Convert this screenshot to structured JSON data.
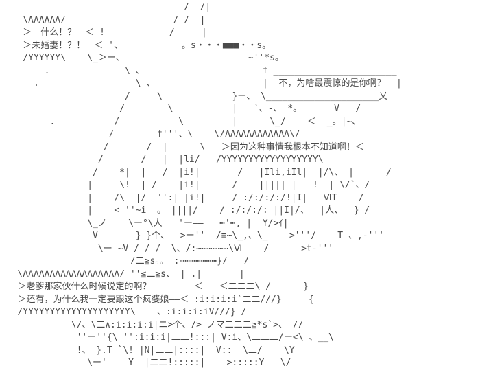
{
  "scene": {
    "description": "ascii-art-comic-panel",
    "background_color": "#ffffff",
    "text_color": "#4a4a4a"
  },
  "dialogue": {
    "bubble_top_left": {
      "line1": "＞　什么！？　＜",
      "line2": "＞未婚妻！？！　＜"
    },
    "bubble_right": {
      "line1": "不，为啥最震惊的是你啊？"
    },
    "bubble_middle": {
      "line1": "＞因为这种事情我根本不知道啊！＜"
    },
    "bubble_bottom_left": {
      "line1": "＞老爹那家伙什么时候说定的啊？　＜",
      "line2": "＞还有，为什么我一定要跟这个疯婆娘——＜"
    }
  },
  "art": {
    "lines": [
      "                                  /  /|",
      "    \\ΛΛΛΛΛΛ/                    / /  |",
      "    ＞　什么！？　＜ !            /     |",
      "    ＞未婚妻！？！　＜ '、           。s・・・■■■・・s。",
      "    /YYYYYY\\    \\_＞ー、                       ~''*s。",
      "        .              \\ 、                      f _______________________",
      "      .                  \\ 、                    |  不，为啥最震惊的是你啊？  |",
      "                       /     \\             }ー、 \\_____________________乂",
      "                      /        \\           |   `、-、 *。      V   /",
      "         .           /           \\         |      \\_/    ＜  _。|~、",
      "                    /        f'''、\\    \\/ΛΛΛΛΛΛΛΛΛΛΛΛ\\/",
      "                   /       /  |      \\   ＞因为这种事情我根本不知道啊！＜",
      "                  /       /   |  |li/   /YYYYYYYYYYYYYYYYYY\\",
      "                 /    *|  |   /  |i!|       /   |Ili,iIl|  |/\\、 |      /",
      "                |     \\!  | /    |i!|      /    ||||| |   !  | \\/`、/",
      "                |    /\\  |/  '':| |i!|     / :/:/:/:/!|I|   ⅥT    /",
      "                |    < ''~i  。 ||||/    / :/:/:/: ||I|/、  |人、  } /",
      "                \\_ノ    \\ー°\\人   'ー――   ⋯'⋯, |  Y/>ｲ|",
      "                 V       } }个、  >ー''  /≡⋯\\_,、\\_    >'''/    T 、,-'''",
      "                  \\ー ~V / / /  \\、/:⋯⋯⋯⋯⋯⋯\\Ⅵ    /      >t-'''",
      "                        /二≧s。。 :⋯⋯⋯⋯⋯⋯⋯}/   /",
      "   \\ΛΛΛΛΛΛΛΛΛΛΛΛΛΛΛΛΛΛ/ ''≦二≧s、 | .|       |",
      "   ＞老爹那家伙什么时候说定的啊？        ＜   ＜二二二\\ /      }",
      "   ＞还有，为什么我一定要跟这个疯婆娘——＜ :i:i:i:i`二二///}     {",
      "   /YYYYYYYYYYYYYYYYYYYY\\    、:i:i:i:iV///} /",
      "             \\/、\\二∧:i:i:i:i|ニ>个、/> ノマ二二二≧*s`>、 //",
      "              ''ー''{\\ '':i:i:i|二二!:::| V:i、\\二二二/ー<\\ 、__\\",
      "              !、 }.T `\\! |N|二二|::::|  V::  \\二/    \\Y",
      "                \\ー'    Y  |二二!:::::|    >:::::Y   \\/",
      ""
    ]
  }
}
